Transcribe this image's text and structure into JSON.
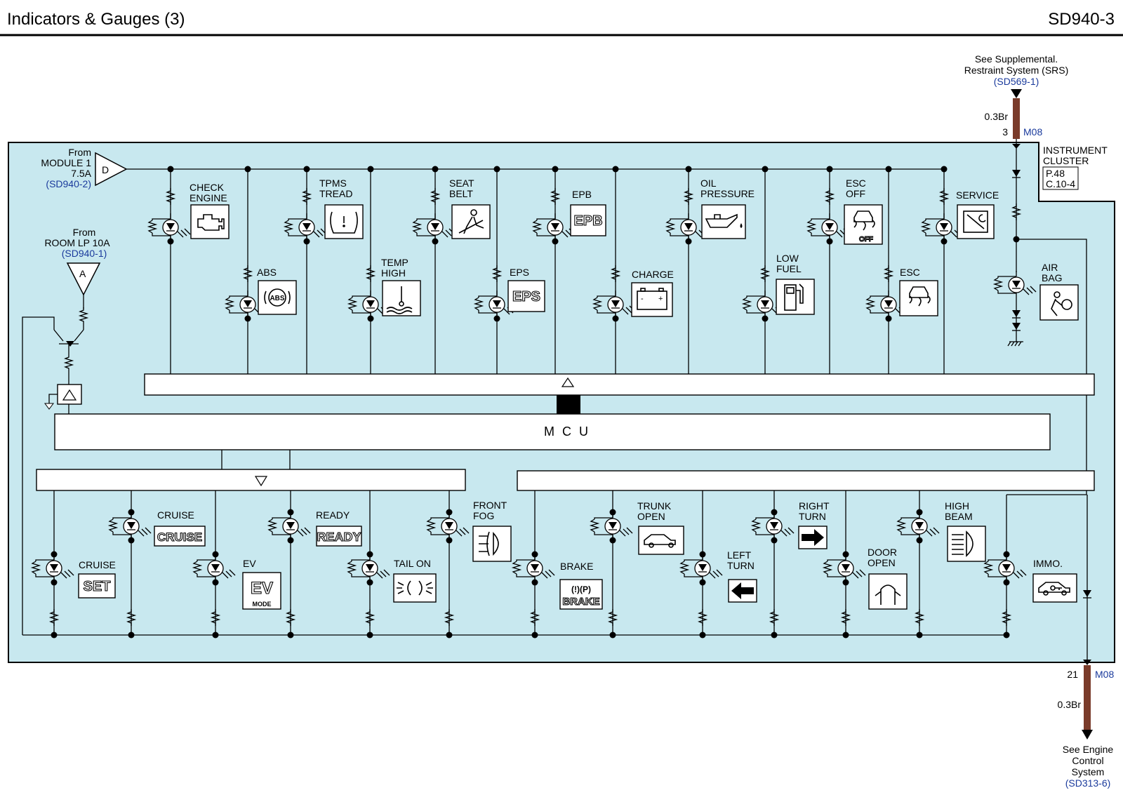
{
  "header": {
    "title": "Indicators & Gauges (3)",
    "code": "SD940-3"
  },
  "colors": {
    "cluster_fill": "#c8e8ef",
    "wire_brown": "#7a3b2a",
    "ref_blue": "#1a3a9c"
  },
  "top_ref": {
    "line1": "See Supplemental.",
    "line2": "Restraint System (SRS)",
    "ref": "(SD569-1)",
    "wire": "0.3Br",
    "pin": "3",
    "connector": "M08"
  },
  "bottom_ref": {
    "pin": "21",
    "connector": "M08",
    "wire": "0.3Br",
    "line1": "See Engine",
    "line2": "Control",
    "line3": "System",
    "ref": "(SD313-6)"
  },
  "cluster": {
    "label1": "INSTRUMENT",
    "label2": "CLUSTER",
    "page": "P.48",
    "conn": "C.10-4"
  },
  "source_d": {
    "from": "From",
    "module": "MODULE 1",
    "fuse": "7.5A",
    "ref": "(SD940-2)",
    "letter": "D"
  },
  "source_a": {
    "from": "From",
    "name": "ROOM LP 10A",
    "ref": "(SD940-1)",
    "letter": "A"
  },
  "mcu": {
    "label": "M C U"
  },
  "upper_indicators": [
    {
      "l1": "CHECK",
      "l2": "ENGINE",
      "icon": "engine-icon"
    },
    {
      "l1": "ABS",
      "l2": "",
      "icon": "abs-icon",
      "txt": "ABS"
    },
    {
      "l1": "TPMS",
      "l2": "TREAD",
      "icon": "tpms-icon"
    },
    {
      "l1": "TEMP",
      "l2": "HIGH",
      "icon": "temp-icon"
    },
    {
      "l1": "SEAT",
      "l2": "BELT",
      "icon": "seatbelt-icon"
    },
    {
      "l1": "EPS",
      "l2": "",
      "icon": "eps-icon",
      "txt": "EPS"
    },
    {
      "l1": "EPB",
      "l2": "",
      "icon": "epb-icon",
      "txt": "EPB"
    },
    {
      "l1": "CHARGE",
      "l2": "",
      "icon": "battery-icon"
    },
    {
      "l1": "OIL",
      "l2": "PRESSURE",
      "icon": "oil-icon"
    },
    {
      "l1": "LOW",
      "l2": "FUEL",
      "icon": "fuel-icon"
    },
    {
      "l1": "ESC",
      "l2": "OFF",
      "icon": "esc-off-icon",
      "txt": "OFF"
    },
    {
      "l1": "ESC",
      "l2": "",
      "icon": "esc-icon"
    },
    {
      "l1": "SERVICE",
      "l2": "",
      "icon": "wrench-icon"
    },
    {
      "l1": "AIR",
      "l2": "BAG",
      "icon": "airbag-icon"
    }
  ],
  "lower_indicators": [
    {
      "l1": "CRUISE",
      "l2": "",
      "icon": "cruise-set-icon",
      "txt": "SET"
    },
    {
      "l1": "CRUISE",
      "l2": "",
      "icon": "cruise-icon",
      "txt": "CRUISE"
    },
    {
      "l1": "EV",
      "l2": "",
      "icon": "ev-mode-icon",
      "txt": "EV",
      "txt2": "MODE"
    },
    {
      "l1": "READY",
      "l2": "",
      "icon": "ready-icon",
      "txt": "READY"
    },
    {
      "l1": "TAIL ON",
      "l2": "",
      "icon": "tail-light-icon"
    },
    {
      "l1": "FRONT",
      "l2": "FOG",
      "icon": "front-fog-icon"
    },
    {
      "l1": "BRAKE",
      "l2": "",
      "icon": "brake-icon",
      "txt": "BRAKE"
    },
    {
      "l1": "TRUNK",
      "l2": "OPEN",
      "icon": "trunk-open-icon"
    },
    {
      "l1": "LEFT",
      "l2": "TURN",
      "icon": "left-arrow-icon"
    },
    {
      "l1": "RIGHT",
      "l2": "TURN",
      "icon": "right-arrow-icon"
    },
    {
      "l1": "DOOR",
      "l2": "OPEN",
      "icon": "door-open-icon"
    },
    {
      "l1": "HIGH",
      "l2": "BEAM",
      "icon": "high-beam-icon"
    },
    {
      "l1": "IMMO.",
      "l2": "",
      "icon": "immobilizer-icon"
    }
  ]
}
